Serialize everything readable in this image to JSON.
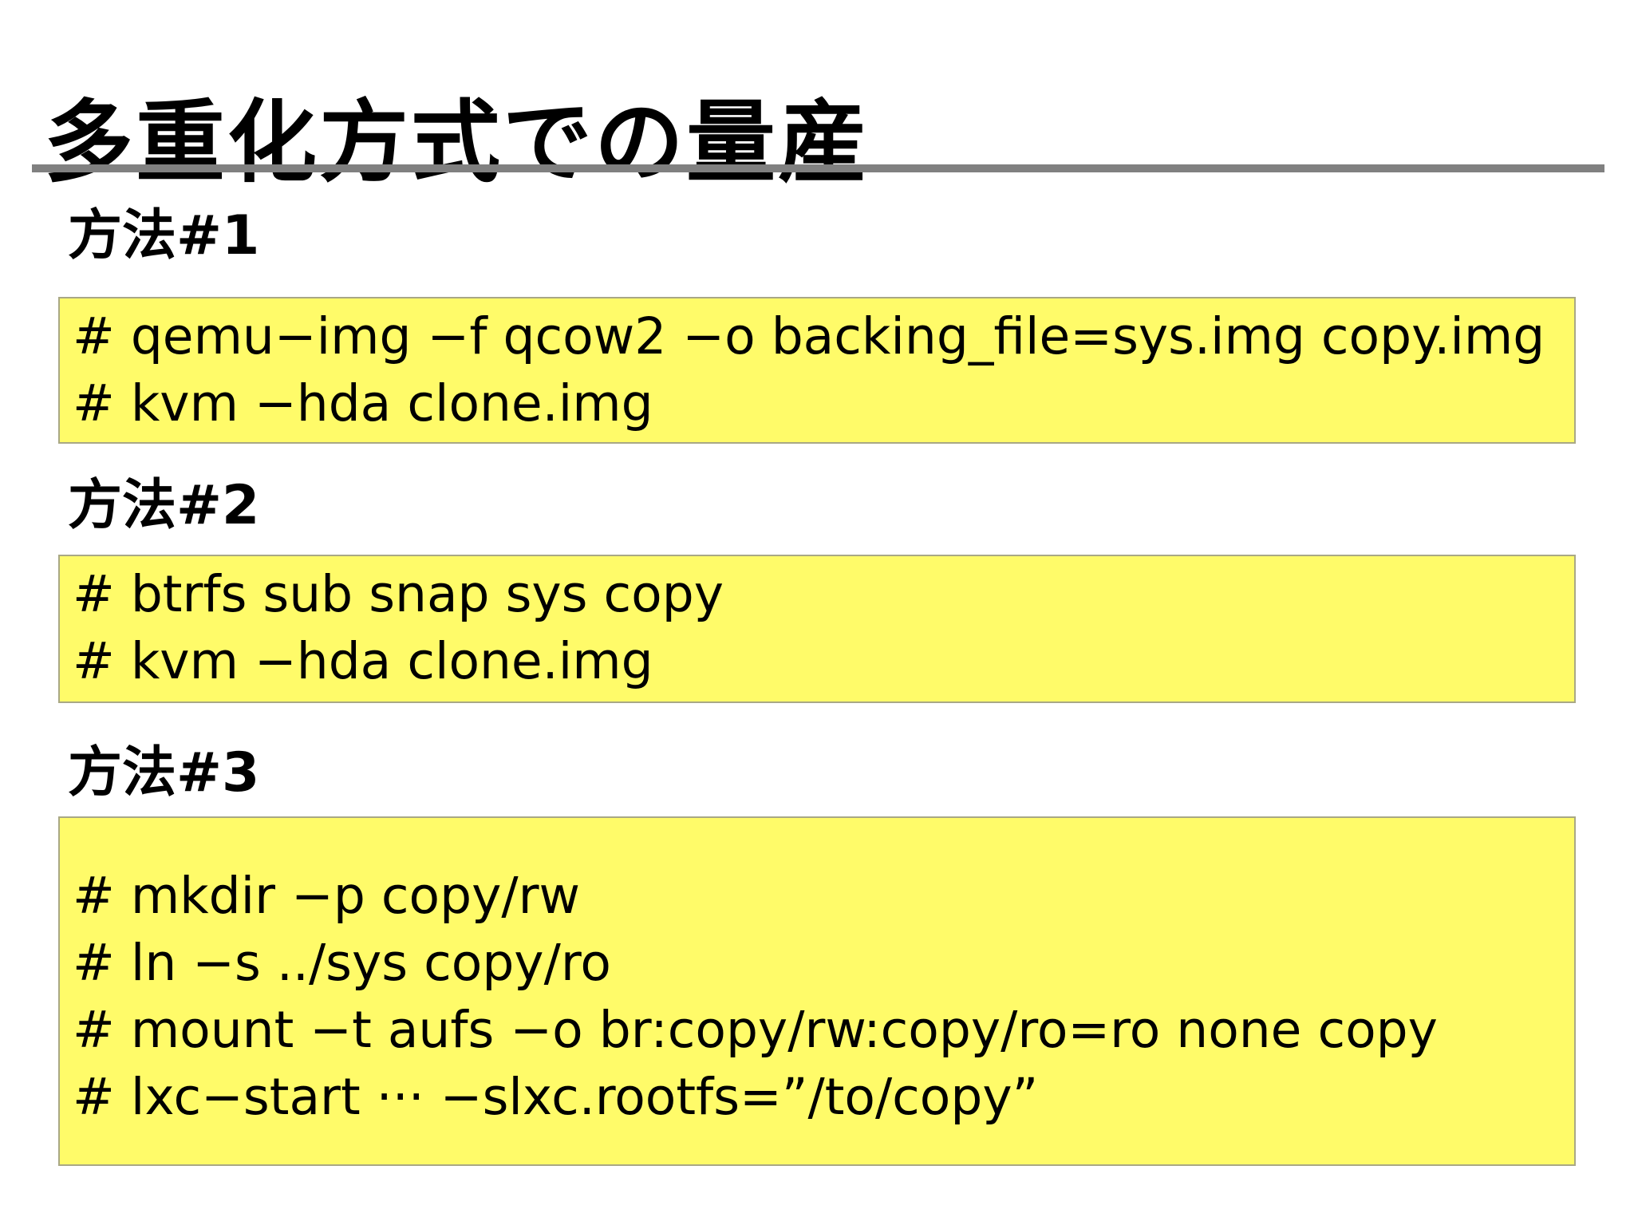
{
  "slide": {
    "title": "多重化方式での量産",
    "colors": {
      "code_background": "#FFFB69",
      "code_border": "#A9A885",
      "title_rule": "#808080",
      "text": "#000000",
      "page_background": "#FFFFFF"
    },
    "sections": [
      {
        "label": "方法#1",
        "code_lines": [
          "# qemu−img −f qcow2 −o backing_file=sys.img copy.img",
          "# kvm −hda clone.img"
        ]
      },
      {
        "label": "方法#2",
        "code_lines": [
          "# btrfs sub snap sys copy",
          "# kvm −hda clone.img"
        ]
      },
      {
        "label": "方法#3",
        "code_lines": [
          "# mkdir −p copy/rw",
          "# ln −s ../sys copy/ro",
          "# mount −t aufs −o br:copy/rw:copy/ro=ro none copy",
          "# lxc−start ··· −slxc.rootfs=”/to/copy”"
        ]
      }
    ]
  }
}
